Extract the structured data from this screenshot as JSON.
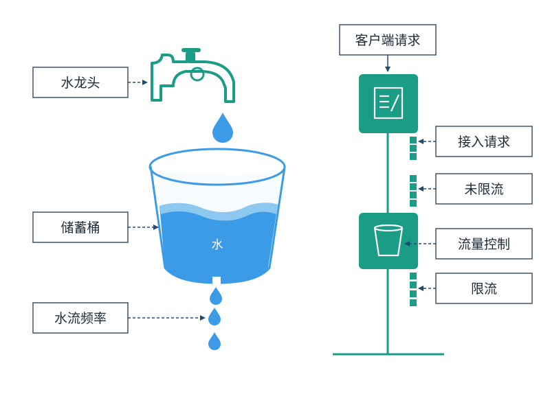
{
  "bucket_analogy": {
    "faucet_label": "水龙头",
    "bucket_label": "储蓄桶",
    "flow_rate_label": "水流频率",
    "water_label": "水"
  },
  "system_flow": {
    "client_request_label": "客户端请求",
    "accept_request_label": "接入请求",
    "unlimited_label": "未限流",
    "flow_control_label": "流量控制",
    "limited_label": "限流"
  },
  "colors": {
    "teal": "#1a9c86",
    "water": "#3b9be6",
    "water_light": "#8cc8f0",
    "label_border": "#3e5366",
    "arrow": "#1f4b73"
  }
}
